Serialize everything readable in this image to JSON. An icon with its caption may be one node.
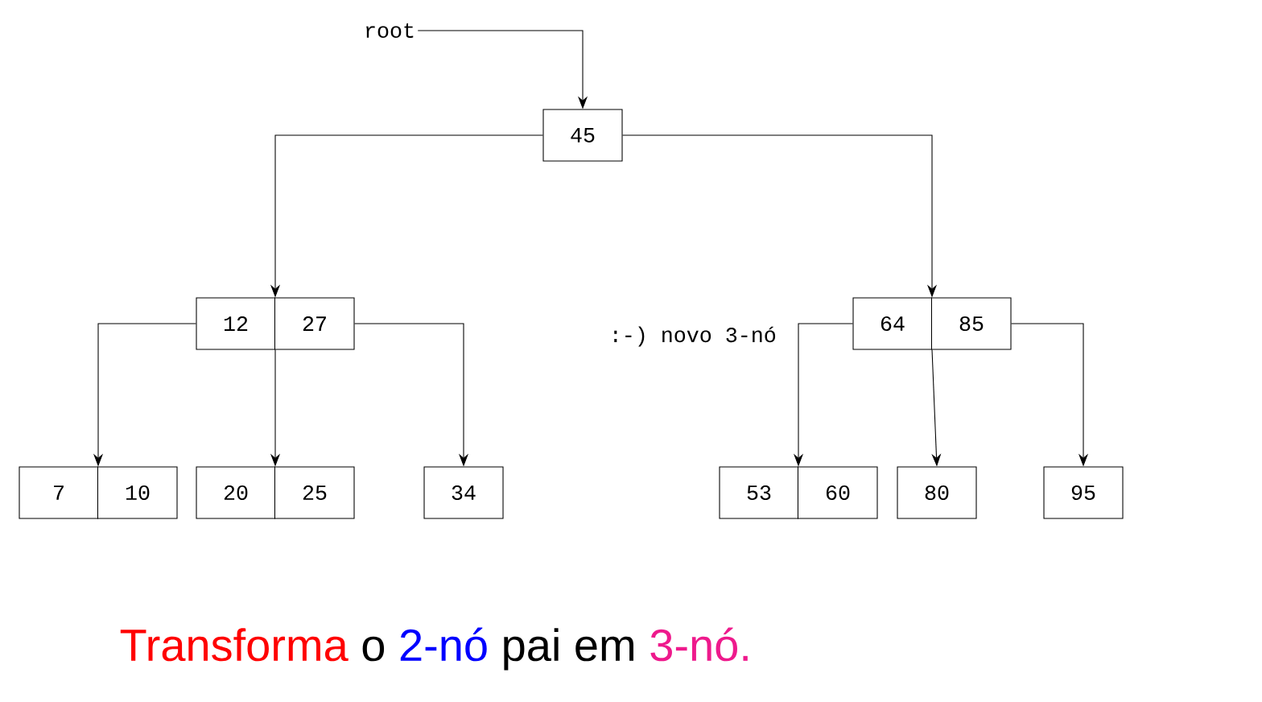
{
  "diagram": {
    "nodes": [
      {
        "text": [
          "root"
        ]
      },
      {
        "text": [
          "45"
        ]
      },
      {
        "text": [
          "12",
          "27"
        ]
      },
      {
        "text": [
          "64",
          "85"
        ]
      },
      {
        "text": [
          "7",
          "10"
        ]
      },
      {
        "text": [
          "20",
          "25"
        ]
      },
      {
        "text": [
          "34"
        ]
      },
      {
        "text": [
          "53",
          "60"
        ]
      },
      {
        "text": [
          "80"
        ]
      },
      {
        "text": [
          "95"
        ]
      }
    ],
    "edges": [
      {
        "from": 0,
        "to": 1,
        "arrow": "to"
      },
      {
        "from": 1,
        "to": 2,
        "arrow": "to"
      },
      {
        "from": 1,
        "to": 3,
        "arrow": "to"
      },
      {
        "from": 2,
        "to": 4,
        "arrow": "to"
      },
      {
        "from": 2,
        "to": 5,
        "arrow": "to"
      },
      {
        "from": 2,
        "to": 6,
        "arrow": "to"
      },
      {
        "from": 3,
        "to": 7,
        "arrow": "to"
      },
      {
        "from": 3,
        "to": 8,
        "arrow": "to"
      },
      {
        "from": 3,
        "to": 9,
        "arrow": "to"
      }
    ],
    "labels": [
      ":-) novo 3-nó",
      "Transforma",
      "o",
      "2-nó",
      "pai em",
      "3-nó."
    ]
  }
}
